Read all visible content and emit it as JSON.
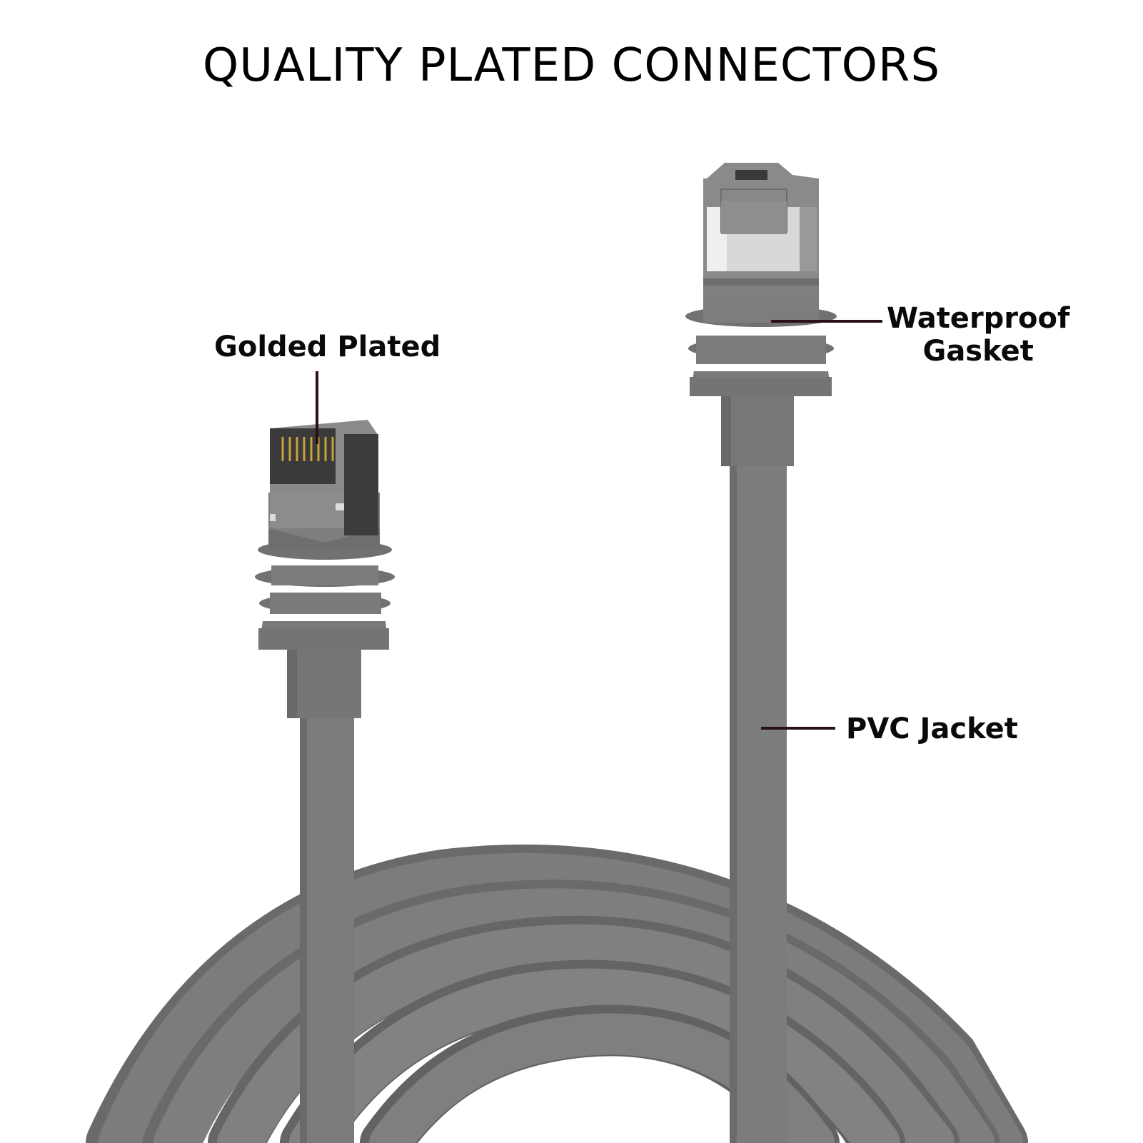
{
  "title": "QUALITY PLATED CONNECTORS",
  "callouts": {
    "golded_plated": "Golded Plated",
    "waterproof_line1": "Waterproof",
    "waterproof_line2": "Gasket",
    "pvc_jacket": "PVC Jacket"
  },
  "colors": {
    "cable": "#7a7a7a",
    "cable_dark": "#5a5a5a",
    "cable_light": "#8a8a8a",
    "leader_line": "#2a1018",
    "gold_pin": "#c9a23a"
  }
}
